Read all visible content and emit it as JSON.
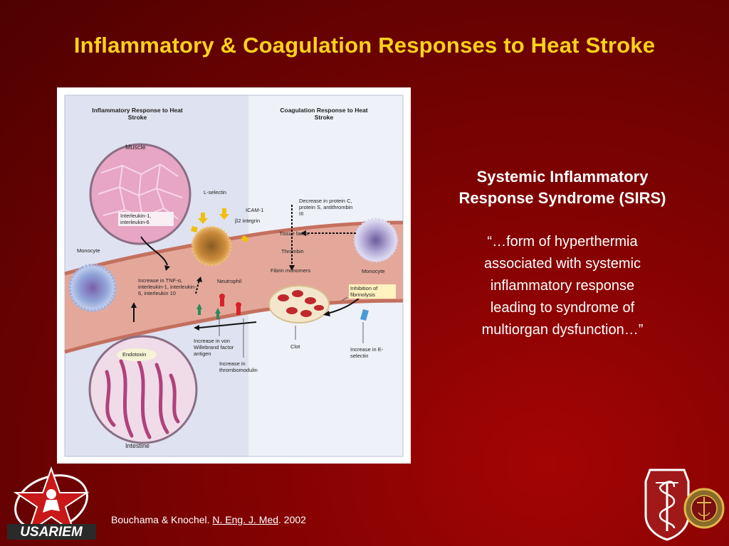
{
  "slide": {
    "title": "Inflammatory & Coagulation Responses to Heat Stroke"
  },
  "figure": {
    "left_header": "Inflammatory Response to Heat Stroke",
    "right_header": "Coagulation Response to Heat Stroke",
    "labels": {
      "muscle": "Muscle",
      "interleukins": "Interleukin-1, interleukin-6",
      "l_selectin": "L-selectin",
      "icam": "ICAM-1",
      "b2_integrin": "β2 integrin",
      "monocyte_left": "Monocyte",
      "increase_tnf": "Increase in TNF-α, interleukin-1, interleukin-6, interleukin 10",
      "neutrophil": "Neutrophil",
      "endotoxin": "Endotoxin",
      "intestine": "Intestine",
      "vwf": "Increase in von Willebrand factor antigen",
      "thrombomodulin": "Increase in thrombomodulin",
      "decrease_protein": "Decrease in protein C, protein S, antithrombin III",
      "tissue_factor": "Tissue factor",
      "thrombin": "Thrombin",
      "fibrin": "Fibrin monomers",
      "monocyte_right": "Monocyte",
      "inhibition": "Inhibition of fibrinolysis",
      "clot": "Clot",
      "e_selectin": "Increase in E-selectin"
    }
  },
  "sirs": {
    "heading_line1": "Systemic Inflammatory",
    "heading_line2": "Response Syndrome (SIRS)",
    "quote_lines": [
      "“…form of hyperthermia",
      "associated with systemic",
      "inflammatory response",
      "leading to syndrome of",
      "multiorgan dysfunction…”"
    ]
  },
  "citation": {
    "authors": "Bouchama & Knochel.",
    "journal": "N. Eng. J. Med",
    "year": ". 2002"
  },
  "logos": {
    "left_text": "USARIEM"
  },
  "colors": {
    "title": "#ffd21a",
    "background": "#7c0202",
    "text": "#ffffff"
  }
}
